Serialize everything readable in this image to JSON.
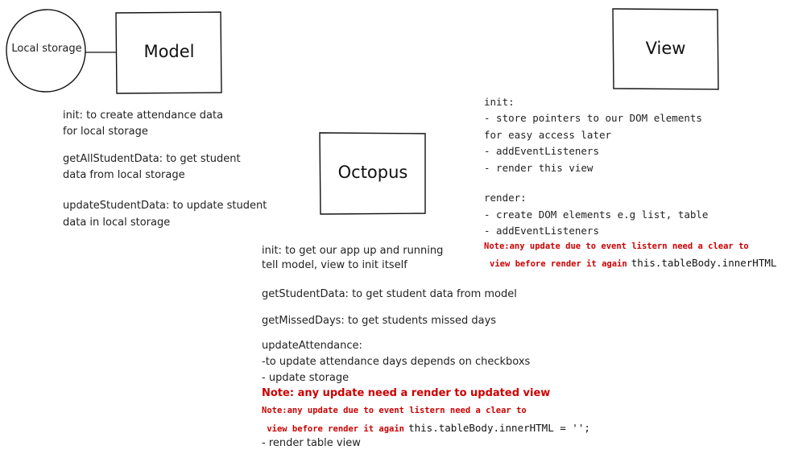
{
  "nodes": {
    "local_storage": "Local storage",
    "model": "Model",
    "view": "View",
    "octopus": "Octopus"
  },
  "model_notes": {
    "init_1": "init: to create attendance data",
    "init_2": "for local storage",
    "getall_1": "getAllStudentData: to get student",
    "getall_2": "data from local storage",
    "update_1": "updateStudentData: to update student",
    "update_2": "data in local storage"
  },
  "view_notes": {
    "init": "init:",
    "l1": "- store pointers to our DOM elements",
    "l2": "for easy access later",
    "l3": "- addEventListeners",
    "l4": "- render this view",
    "render": "render:",
    "r1": "- create DOM elements e.g list, table",
    "r2": "- addEventListeners",
    "note_1": "Note:any update due to event listern need a clear to",
    "note_2": "view before render it again",
    "note_code": "this.tableBody.innerHTML"
  },
  "octopus_notes": {
    "init_1": "init: to get our app up and running",
    "init_2": "tell model, view to init itself",
    "getstudent": "getStudentData: to get student data from model",
    "missed": "getMissedDays: to get students missed days",
    "upd": "updateAttendance:",
    "upd_1": " -to update attendance days depends on checkboxs",
    "upd_2": "- update storage",
    "note_big": "Note: any update need a render to updated view",
    "note_1": "Note:any update due to event listern need a clear to",
    "note_2": " view before render it again",
    "note_code": "this.tableBody.innerHTML = '';",
    "upd_3": "- render table view"
  },
  "colors": {
    "stroke": "#111111",
    "note_red": "#cc0000"
  }
}
